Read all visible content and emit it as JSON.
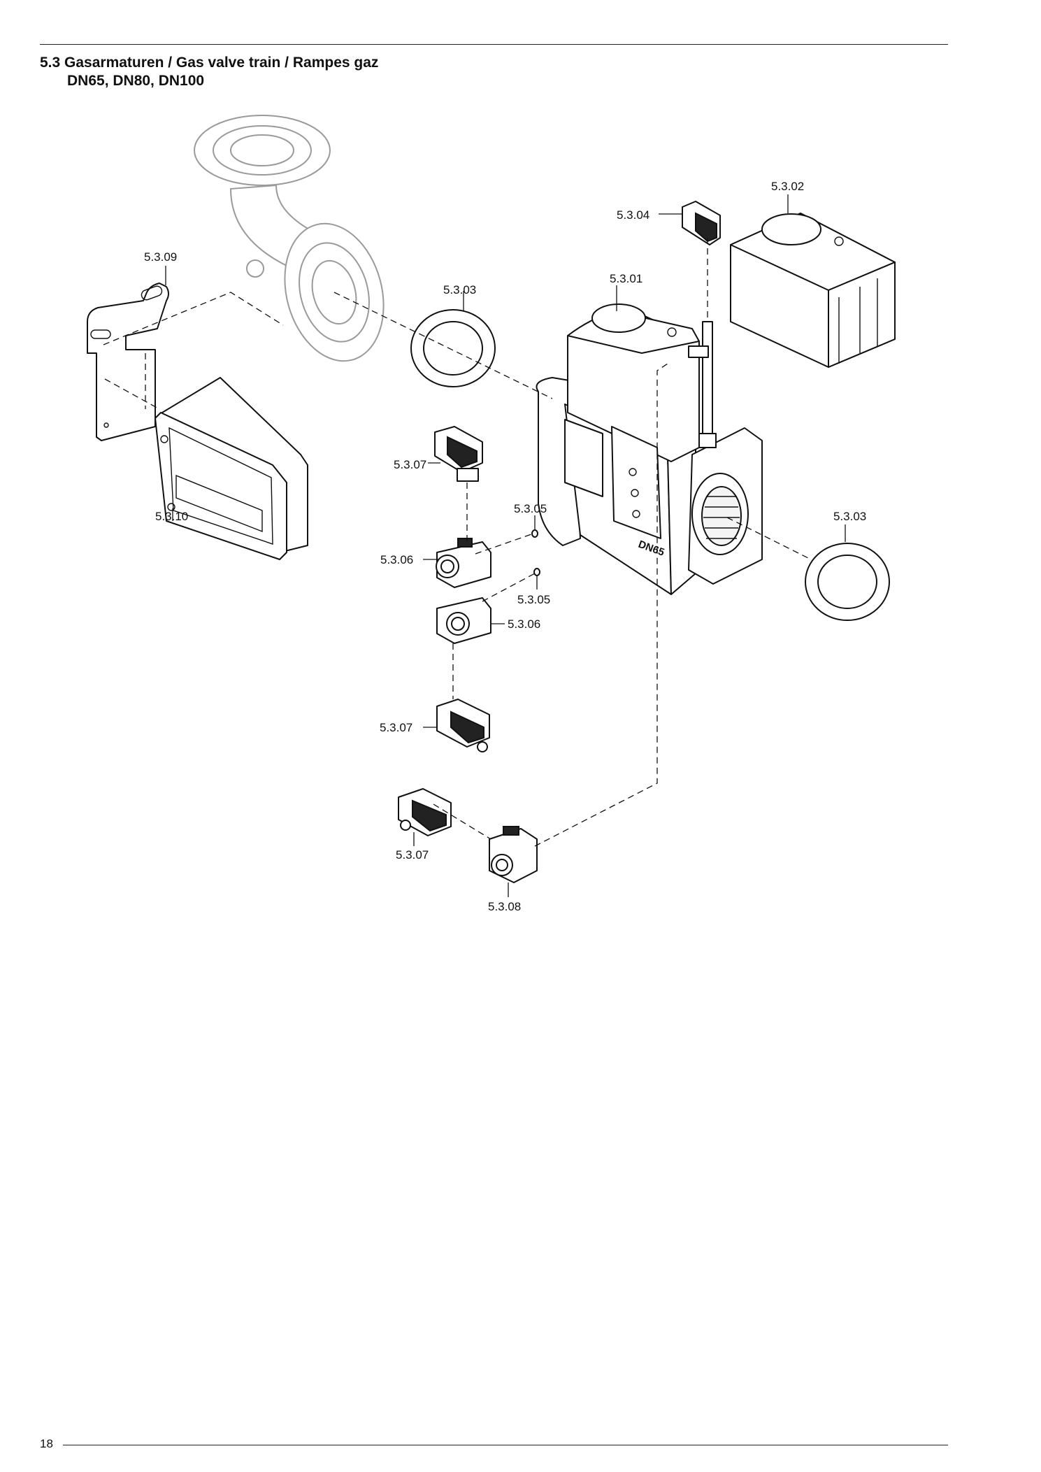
{
  "header": {
    "title_line1": "5.3 Gasarmaturen / Gas valve train / Rampes gaz",
    "title_line2": "DN65, DN80, DN100"
  },
  "footer": {
    "page_number": "18"
  },
  "diagram": {
    "labels": {
      "p01": "5.3.01",
      "p02": "5.3.02",
      "p03a": "5.3.03",
      "p03b": "5.3.03",
      "p04": "5.3.04",
      "p05a": "5.3.05",
      "p05b": "5.3.05",
      "p06a": "5.3.06",
      "p06b": "5.3.06",
      "p07a": "5.3.07",
      "p07b": "5.3.07",
      "p07c": "5.3.07",
      "p08": "5.3.08",
      "p09": "5.3.09",
      "p10": "5.3.10"
    },
    "body_marking": "DN65"
  }
}
